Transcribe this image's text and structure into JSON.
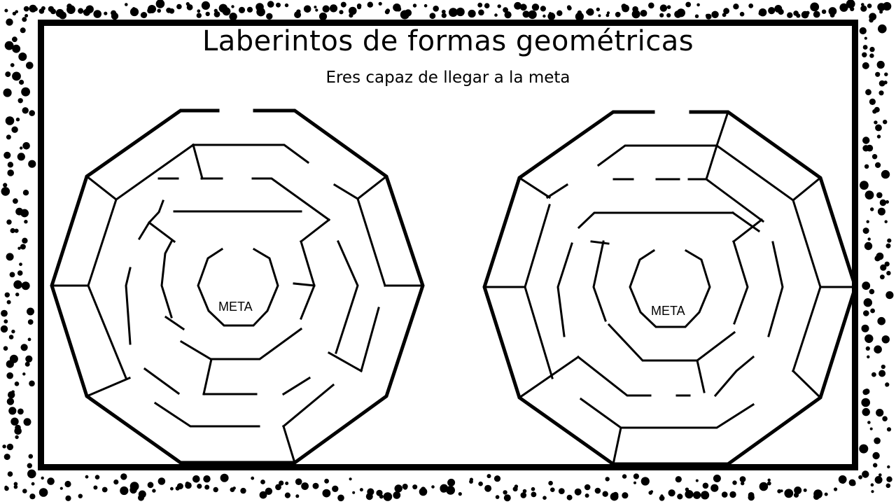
{
  "header": {
    "title": "Laberintos de formas geométricas",
    "subtitle": "Eres capaz de llegar a la meta"
  },
  "mazes": [
    {
      "goal_label": "META"
    },
    {
      "goal_label": "META"
    }
  ],
  "colors": {
    "ink": "#000000",
    "paper": "#ffffff"
  }
}
